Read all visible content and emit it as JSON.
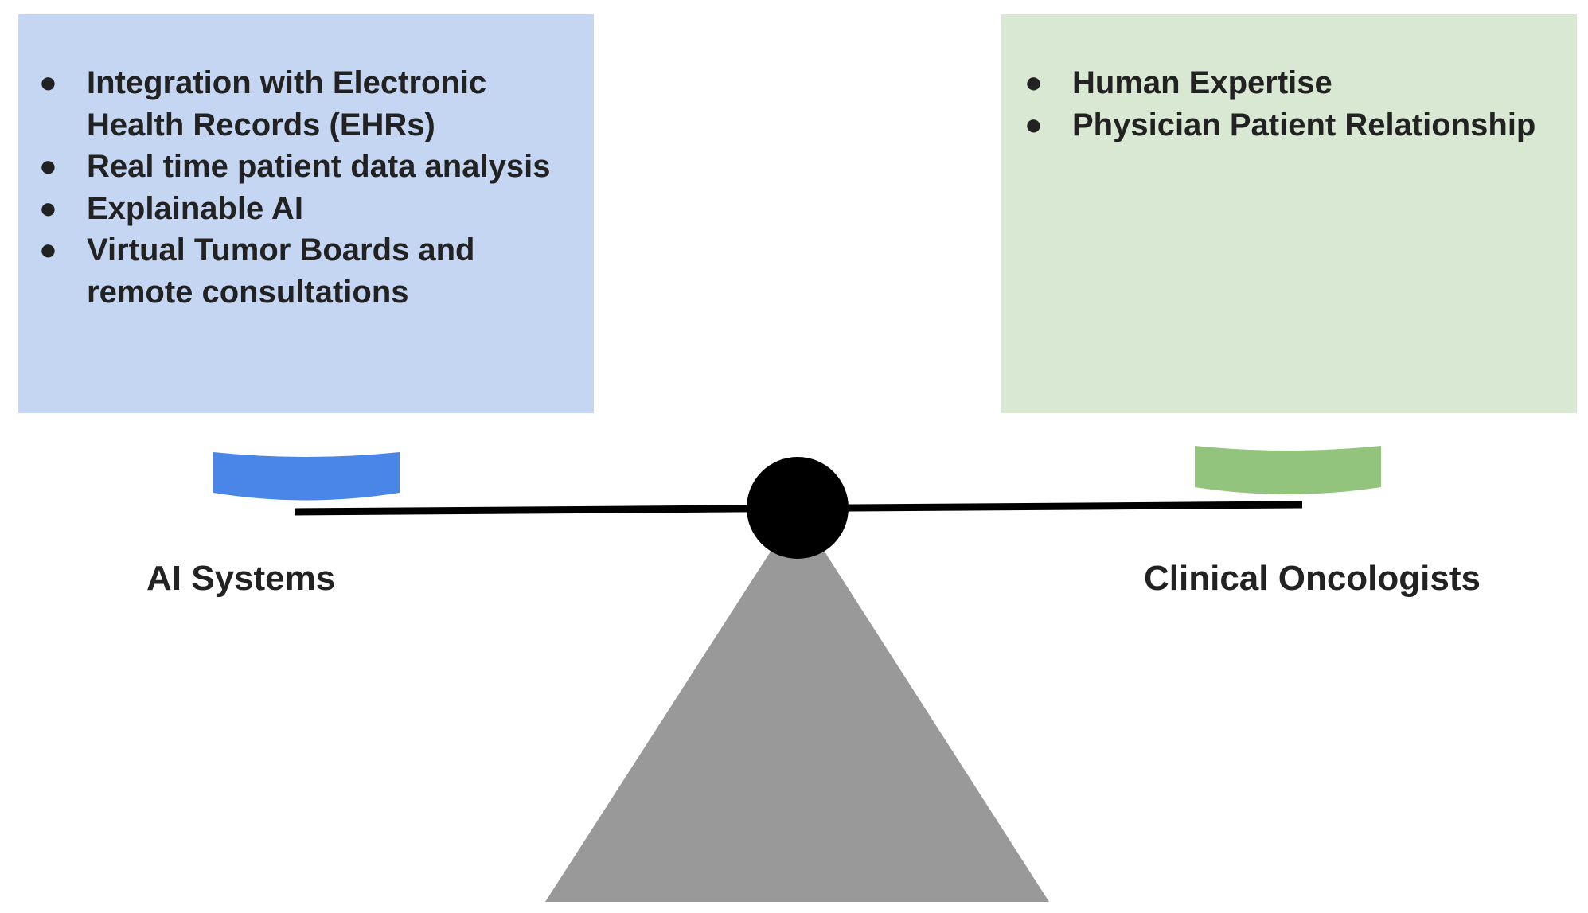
{
  "left_panel": {
    "items": [
      "Integration with Electronic Health Records (EHRs)",
      "Real time patient data analysis",
      "Explainable AI",
      "Virtual Tumor Boards and remote consultations"
    ],
    "label": "AI Systems",
    "box_color": "#c5d6f3",
    "pan_color": "#4a86e8"
  },
  "right_panel": {
    "items": [
      "Human Expertise",
      "Physician Patient Relationship"
    ],
    "label": "Clinical Oncologists",
    "box_color": "#d8e8d2",
    "pan_color": "#93c47d"
  },
  "scale": {
    "beam_color": "#000000",
    "pivot_color": "#000000",
    "base_color": "#999999"
  }
}
